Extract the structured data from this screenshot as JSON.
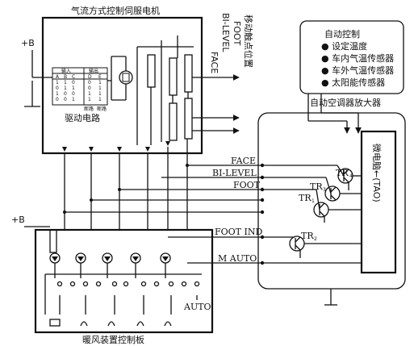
{
  "servo": {
    "title": "气流方式控制伺服电机",
    "drive": "驱动电路"
  },
  "truth_table": {
    "in_header": "输入",
    "out_header": "输出",
    "cols": [
      "A",
      "B",
      "C",
      "D",
      "E"
    ],
    "rows": [
      [
        "1",
        "1",
        "0",
        "0",
        "1"
      ],
      [
        "0",
        "1",
        "1",
        "0",
        "1"
      ],
      [
        "1",
        "0",
        "0",
        "1",
        "1"
      ],
      [
        "0",
        "0",
        "1",
        "1",
        "1"
      ]
    ],
    "note1": "断路",
    "note2": "断路"
  },
  "position_labels": {
    "face": "FACE",
    "bilevel": "BI-LEVEL",
    "foot": "FOOT",
    "moving": "移动触点位置"
  },
  "supply": {
    "top": "+B",
    "bottom": "+B"
  },
  "auto_box": {
    "title": "自动控制",
    "items": [
      "● 设定温度",
      "● 车内气温传感器",
      "● 车外气温传感器",
      "● 太阳能传感器"
    ]
  },
  "amplifier": {
    "title": "自动空调器放大器",
    "micro": "微电脑←(TAO)"
  },
  "signals": {
    "face": "FACE",
    "bilevel": "BI-LEVEL",
    "foot": "FOOT",
    "foot_ind": "FOOT IND",
    "m_auto": "M AUTO"
  },
  "transistors": {
    "tr4": "TR",
    "tr4_sub": "4",
    "tr3": "TR",
    "tr3_sub": "3",
    "tr1": "TR",
    "tr1_sub": "1",
    "tr2": "TR",
    "tr2_sub": "2"
  },
  "panel": {
    "auto": "AUTO",
    "title": "暖风装置控制板"
  }
}
